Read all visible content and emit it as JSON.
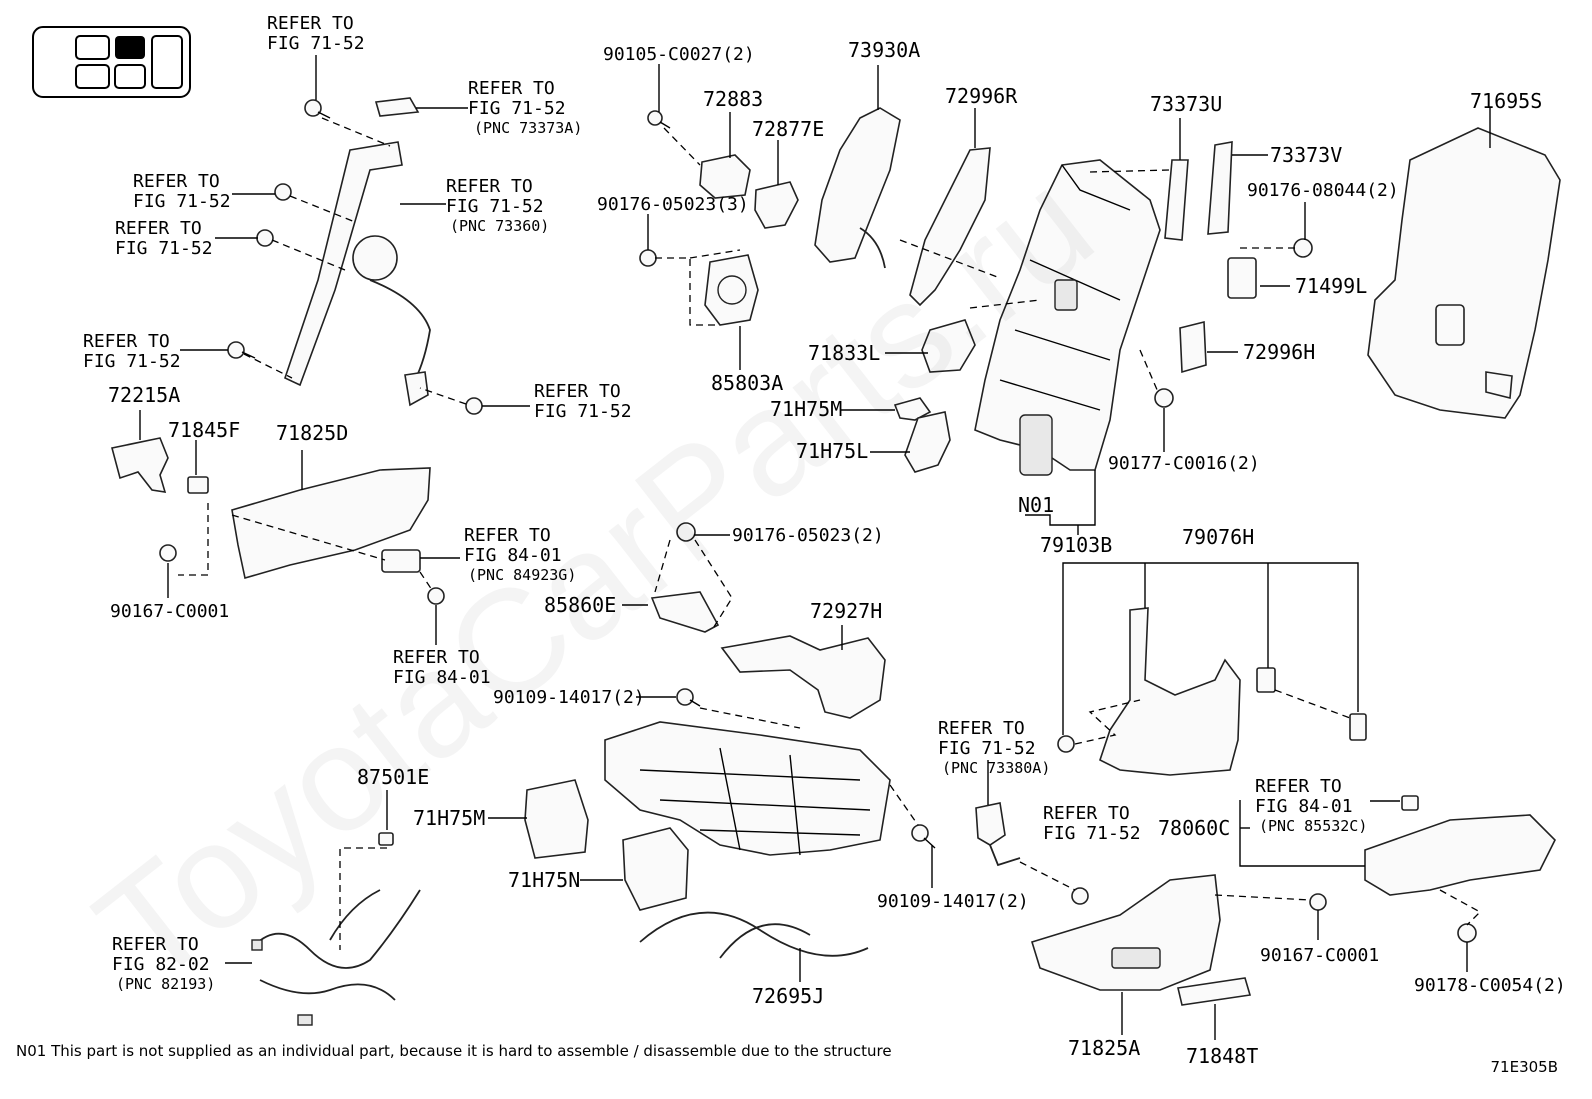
{
  "legend_icon": "seat-position-indicator-icon",
  "watermark": "ToyotaCarParts.ru",
  "callouts": {
    "c71695S": "71695S",
    "c73930A": "73930A",
    "c72996R": "72996R",
    "c73373U": "73373U",
    "c73373V": "73373V",
    "c90176_08044": "90176-08044(2)",
    "c71499L": "71499L",
    "c72996H": "72996H",
    "c90177": "90177-C0016(2)",
    "cN01": "N01",
    "c79103B": "79103B",
    "c79076H": "79076H",
    "c71833L": "71833L",
    "c71H75M_top": "71H75M",
    "c71H75L": "71H75L",
    "c90105": "90105-C0027(2)",
    "c72883": "72883",
    "c72877E": "72877E",
    "c90176_05023_3": "90176-05023(3)",
    "c85803A": "85803A",
    "c72215A": "72215A",
    "c71845F": "71845F",
    "c71825D": "71825D",
    "c90167_left": "90167-C0001",
    "c90176_05023_2": "90176-05023(2)",
    "c85860E": "85860E",
    "c72927H": "72927H",
    "c90109_top": "90109-14017(2)",
    "c87501E": "87501E",
    "c71H75M_bot": "71H75M",
    "c71H75N": "71H75N",
    "c90109_bot": "90109-14017(2)",
    "c72695J": "72695J",
    "c78060C": "78060C",
    "c90167_right": "90167-C0001",
    "c90178": "90178-C0054(2)",
    "c71825A": "71825A",
    "c71848T": "71848T"
  },
  "refs": {
    "r1": [
      "REFER TO",
      "FIG 71-52"
    ],
    "r2": [
      "REFER TO",
      "FIG 71-52",
      "(PNC 73373A)"
    ],
    "r3": [
      "REFER TO",
      "FIG 71-52"
    ],
    "r4": [
      "REFER TO",
      "FIG 71-52",
      "(PNC 73360)"
    ],
    "r5": [
      "REFER TO",
      "FIG 71-52"
    ],
    "r6": [
      "REFER TO",
      "FIG 71-52"
    ],
    "r7": [
      "REFER TO",
      "FIG 71-52"
    ],
    "r8": [
      "REFER TO",
      "FIG 84-01",
      "(PNC 84923G)"
    ],
    "r9": [
      "REFER TO",
      "FIG 84-01"
    ],
    "r10": [
      "REFER TO",
      "FIG 71-52",
      "(PNC 73380A)"
    ],
    "r11": [
      "REFER TO",
      "FIG 71-52"
    ],
    "r12": [
      "REFER TO",
      "FIG 84-01",
      "(PNC 85532C)"
    ],
    "r13": [
      "REFER TO",
      "FIG 82-02",
      "(PNC 82193)"
    ]
  },
  "footer": {
    "note": "N01 This part is not supplied as an individual part, because it is hard to assemble / disassemble due to the structure",
    "code": "71E305B"
  }
}
